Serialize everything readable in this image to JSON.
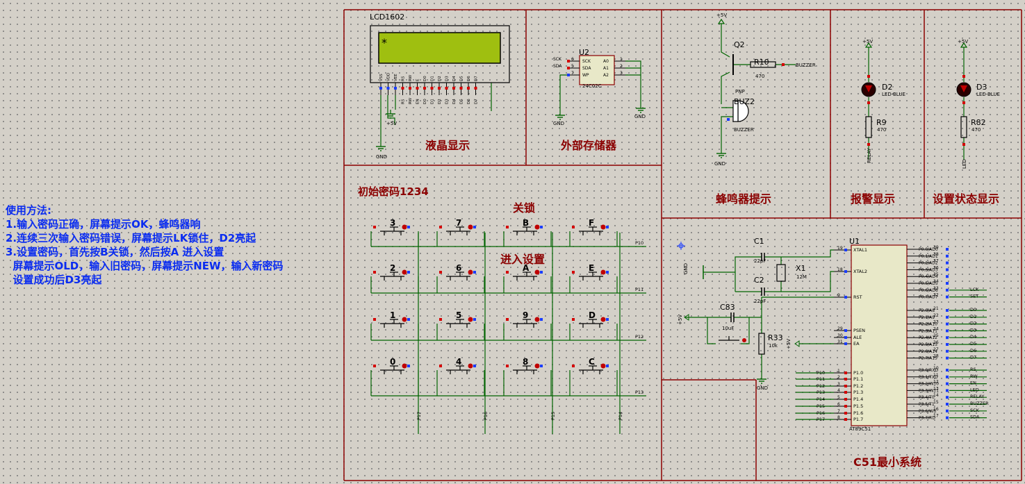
{
  "instructions": {
    "title": "使用方法:",
    "lines": [
      "1.输入密码正确，屏幕提示OK，蜂鸣器响",
      "2.连续三次输入密码错误，屏幕提示LK锁住，D2亮起",
      "3.设置密码，首先按B关锁，然后按A 进入设置",
      "  屏幕提示OLD，输入旧密码，屏幕提示NEW，输入新密码",
      "  设置成功后D3亮起"
    ]
  },
  "sections": {
    "lcd": "液晶显示",
    "eeprom": "外部存储器",
    "buzzer": "蜂鸣器提示",
    "alarm": "报警显示",
    "status": "设置状态显示",
    "mcu": "C51最小系统"
  },
  "keypad": {
    "init_password": "初始密码1234",
    "lock_label": "关锁",
    "enter_setup_label": "进入设置",
    "keys": [
      "3",
      "7",
      "B",
      "F",
      "2",
      "6",
      "A",
      "E",
      "1",
      "5",
      "9",
      "D",
      "0",
      "4",
      "8",
      "C"
    ],
    "row_nets": [
      "P10",
      "P11",
      "P12",
      "P13"
    ],
    "col_nets": [
      "P17",
      "P16",
      "P15",
      "P14"
    ]
  },
  "lcd": {
    "name": "LCD1602",
    "screen_text": "*",
    "pins": [
      "VSS",
      "VDD",
      "VEE",
      "RS",
      "RW",
      "E",
      "D0",
      "D1",
      "D2",
      "D3",
      "D4",
      "D5",
      "D6",
      "D7"
    ],
    "nets": [
      "RS",
      "RW",
      "EN",
      "D0",
      "D1",
      "D2",
      "D3",
      "D4",
      "D5",
      "D6",
      "D7"
    ],
    "supply": "+5V",
    "gnd": "GND"
  },
  "eeprom": {
    "ref": "U2",
    "part": "24C02C",
    "left_pins": [
      "SCK",
      "SDA",
      "WP"
    ],
    "right_pins": [
      "A0",
      "A1",
      "A2"
    ],
    "left_nums": [
      "6",
      "5",
      "7"
    ],
    "right_nums": [
      "1",
      "2",
      "3"
    ],
    "nets": [
      "SCK",
      "SDA"
    ],
    "gnd": "GND"
  },
  "buzzer": {
    "q_ref": "Q2",
    "q_type": "PNP",
    "r_ref": "R10",
    "r_val": "470",
    "buz_ref": "BUZ2",
    "buz_label": "BUZZER",
    "net": "BUZZER",
    "supply": "+5V",
    "gnd": "GND"
  },
  "alarm": {
    "d_ref": "D2",
    "d_type": "LED-BLUE",
    "r_ref": "R9",
    "r_val": "470",
    "net": "RELAY",
    "supply": "+5V"
  },
  "status": {
    "d_ref": "D3",
    "d_type": "LED-BLUE",
    "r_ref": "R82",
    "r_val": "470",
    "net": "LED",
    "supply": "+5V"
  },
  "mcu": {
    "ref": "U1",
    "part": "AT89C51",
    "left_pins": [
      "XTAL1",
      "XTAL2",
      "RST",
      "PSEN",
      "ALE",
      "EA",
      "P1.0",
      "P1.1",
      "P1.2",
      "P1.3",
      "P1.4",
      "P1.5",
      "P1.6",
      "P1.7"
    ],
    "left_nums": [
      "19",
      "18",
      "9",
      "29",
      "30",
      "31",
      "1",
      "2",
      "3",
      "4",
      "5",
      "6",
      "7",
      "8"
    ],
    "left_nets": [
      "P10",
      "P11",
      "P12",
      "P13",
      "P14",
      "P15",
      "P16",
      "P17"
    ],
    "right_pins": [
      "P0.0/AD0",
      "P0.1/AD1",
      "P0.2/AD2",
      "P0.3/AD3",
      "P0.4/AD4",
      "P0.5/AD5",
      "P0.6/AD6",
      "P0.7/AD7",
      "P2.0/A8",
      "P2.1/A9",
      "P2.2/A10",
      "P2.3/A11",
      "P2.4/A12",
      "P2.5/A13",
      "P2.6/A14",
      "P2.7/A15",
      "P3.0/RXD",
      "P3.1/TXD",
      "P3.2/INT0",
      "P3.3/INT1",
      "P3.4/T0",
      "P3.5/T1",
      "P3.6/WR",
      "P3.7/RD"
    ],
    "right_nums": [
      "39",
      "38",
      "37",
      "36",
      "35",
      "34",
      "33",
      "32",
      "21",
      "22",
      "23",
      "24",
      "25",
      "26",
      "27",
      "28",
      "10",
      "11",
      "12",
      "13",
      "14",
      "15",
      "16",
      "17"
    ],
    "right_nets": [
      "",
      "",
      "",
      "",
      "",
      "",
      "LCK",
      "SET",
      "D0",
      "D1",
      "D2",
      "D3",
      "D4",
      "D5",
      "D6",
      "D7",
      "RS",
      "RW",
      "EN",
      "LED",
      "RELAY",
      "BUZZER",
      "SCK",
      "SDA"
    ],
    "c1": {
      "ref": "C1",
      "val": "22pF"
    },
    "c2": {
      "ref": "C2",
      "val": "22pF"
    },
    "x1": {
      "ref": "X1",
      "val": "12M"
    },
    "c83": {
      "ref": "C83",
      "val": "10uF"
    },
    "r33": {
      "ref": "R33",
      "val": "10k"
    },
    "supply": "+5V",
    "gnd": "GND"
  }
}
